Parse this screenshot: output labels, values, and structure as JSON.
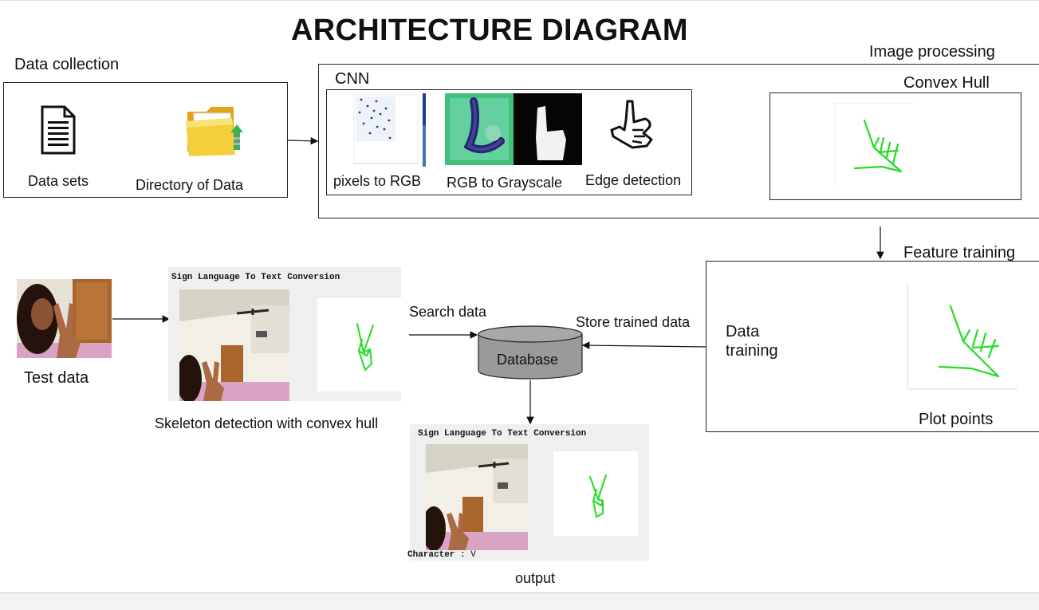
{
  "title": "ARCHITECTURE DIAGRAM",
  "labels": {
    "data_collection": "Data collection",
    "data_sets": "Data sets",
    "directory_of_data": "Directory  of Data",
    "cnn": "CNN",
    "pixels_to_rgb": "pixels to RGB",
    "rgb_to_grayscale": "RGB to Grayscale",
    "edge_detection": "Edge detection",
    "image_processing": "Image processing",
    "convex_hull": "Convex Hull",
    "feature_training": "Feature training",
    "data_training": "Data training",
    "plot_points": "Plot points",
    "test_data": "Test data",
    "skeleton_detection": "Skeleton detection with convex hull",
    "search_data": "Search data",
    "store_trained_data": "Store trained data",
    "database": "Database",
    "output": "output"
  },
  "screens": {
    "skeleton_window_title": "Sign Language To Text Conversion",
    "output_window_title": "Sign Language To Text Conversion",
    "output_character_label": "Character :",
    "output_character_value": "V"
  },
  "colors": {
    "skeleton_green": "#22dd22",
    "database_fill": "#9a9a9a",
    "wall_pink": "#d9a3c3"
  },
  "icons": {
    "document": "document-icon",
    "folder": "folder-icon",
    "hand_sign": "hand-sign-icon"
  }
}
